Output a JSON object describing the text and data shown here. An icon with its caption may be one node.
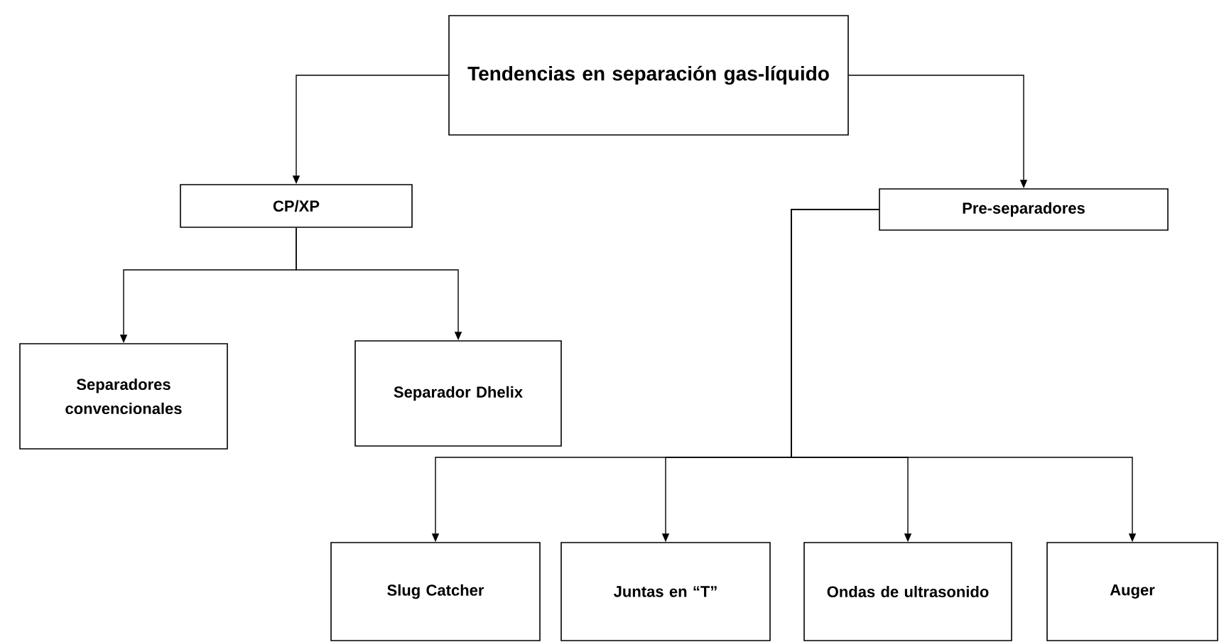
{
  "diagram": {
    "nodes": [
      {
        "text": [
          "Tendencias en separación gas-líquido"
        ]
      },
      {
        "text": [
          "CP/XP"
        ]
      },
      {
        "text": [
          "Pre-separadores"
        ]
      },
      {
        "text": [
          "Separadores convencionales"
        ]
      },
      {
        "text": [
          "Separador Dhelix"
        ]
      },
      {
        "text": [
          "Slug Catcher"
        ]
      },
      {
        "text": [
          "Juntas en “T”"
        ]
      },
      {
        "text": [
          "Ondas de ultrasonido"
        ]
      },
      {
        "text": [
          "Auger"
        ]
      }
    ],
    "edges": [
      {
        "from": 0,
        "to": 1,
        "arrow": "to"
      },
      {
        "from": 0,
        "to": 2,
        "arrow": "to"
      },
      {
        "from": 1,
        "to": 3,
        "arrow": "to"
      },
      {
        "from": 1,
        "to": 4,
        "arrow": "to"
      },
      {
        "from": 2,
        "to": 5,
        "arrow": "to"
      },
      {
        "from": 2,
        "to": 6,
        "arrow": "to"
      },
      {
        "from": 2,
        "to": 7,
        "arrow": "to"
      },
      {
        "from": 2,
        "to": 8,
        "arrow": "to"
      }
    ]
  }
}
